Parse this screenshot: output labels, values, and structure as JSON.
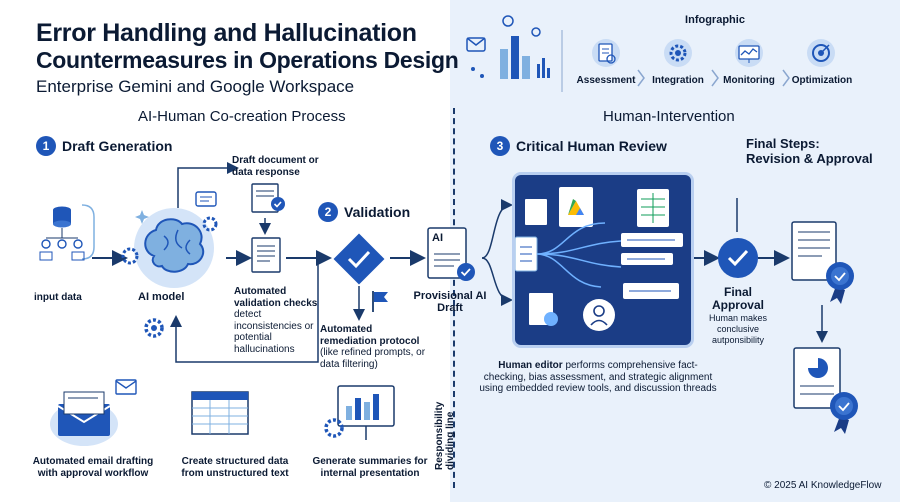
{
  "header": {
    "title_line1": "Error Handling and Hallucination",
    "title_line2": "Countermeasures in Operations Design",
    "subtitle": "Enterprise Gemini and Google Workspace"
  },
  "infographic": {
    "label": "Infographic",
    "stages": [
      "Assessment",
      "Integration",
      "Monitoring",
      "Optimization"
    ]
  },
  "left_section": {
    "heading": "AI-Human Co-creation Process",
    "step1": {
      "num": "1",
      "label": "Draft Generation"
    },
    "input_label": "input data",
    "ai_model_label": "AI model",
    "draft_doc_label": "Draft document or data response",
    "step2": {
      "num": "2",
      "label": "Validation"
    },
    "auto_checks_bold": "Automated validation checks",
    "auto_checks_rest": " detect inconsistencies or potential hallucinations",
    "remediation_bold": "Automated remediation protocol",
    "remediation_rest": " (like refined prompts, or data filtering)",
    "provisional_label": "Provisional AI Draft",
    "doc_ai_tag": "AI",
    "use_cases": [
      "Automated email drafting with approval workflow",
      "Create structured data from unstructured text",
      "Generate summaries for internal presentation"
    ]
  },
  "right_section": {
    "heading": "Human-Intervention",
    "step3": {
      "num": "3",
      "label": "Critical Human Review"
    },
    "review_desc_bold": "Human editor",
    "review_desc_rest": " performs comprehensive fact-checking, bias assessment, and strategic alignment using embedded review tools, and discussion threads",
    "final_steps_title": "Final Steps: Revision & Approval",
    "final_approval_label": "Final Approval",
    "final_approval_desc": "Human makes conclusive autponsibility"
  },
  "divider_label": "Responsibility dividing line",
  "copyright": "© 2025 AI KnowledgeFlow",
  "colors": {
    "accent": "#1f56b8",
    "navy": "#1b3d86",
    "panel": "#e9f1fb",
    "light_blue": "#b9cff0"
  }
}
